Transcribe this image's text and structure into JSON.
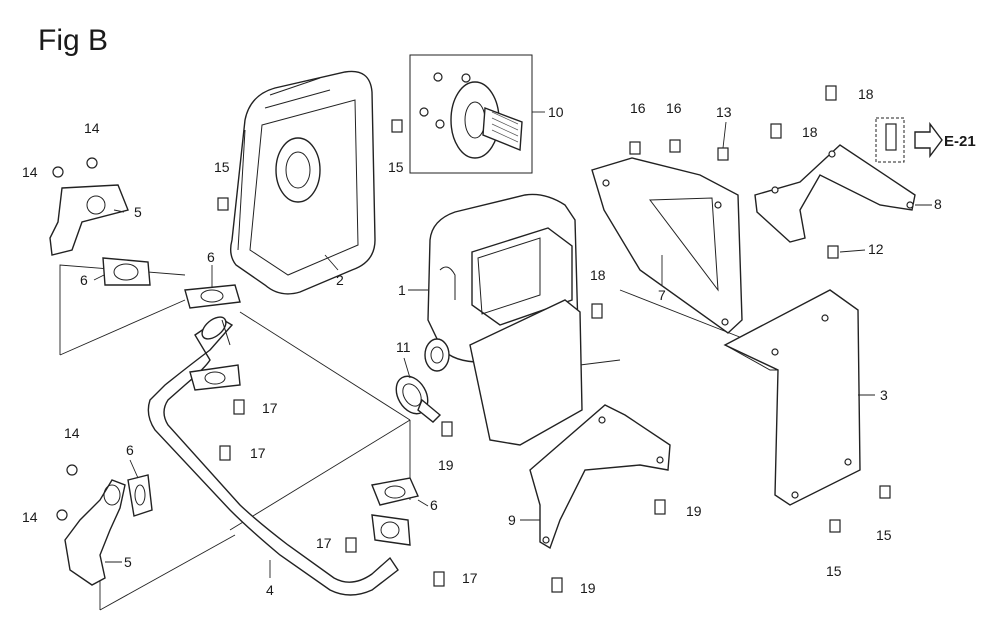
{
  "figure": {
    "title": "Fig B",
    "reference": "E-21"
  },
  "callouts": [
    "1",
    "2",
    "3",
    "4",
    "5",
    "5",
    "6",
    "6",
    "6",
    "6",
    "7",
    "8",
    "9",
    "10",
    "11",
    "12",
    "13",
    "14",
    "14",
    "14",
    "14",
    "15",
    "15",
    "15",
    "15",
    "16",
    "16",
    "17",
    "17",
    "17",
    "17",
    "18",
    "18",
    "18",
    "19",
    "19"
  ]
}
